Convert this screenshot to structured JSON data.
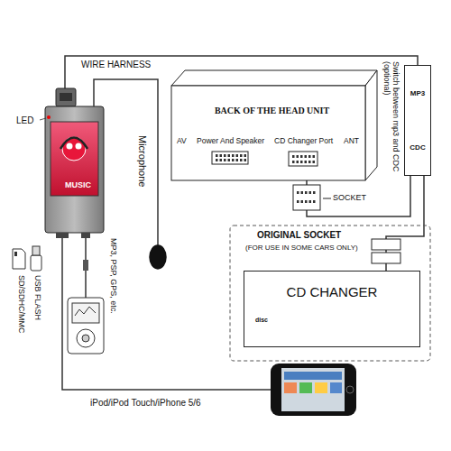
{
  "diagram": {
    "nodes": [
      {
        "text": [
          "MUSIC"
        ]
      },
      {
        "text": [
          "BACK OF THE HEAD UNIT"
        ]
      },
      {
        "text": [
          "MP3",
          "CDC"
        ]
      },
      {
        "text": [
          "CD CHANGER"
        ]
      }
    ],
    "edges": [
      {
        "from": 0,
        "to": 2,
        "arrow": "none"
      },
      {
        "from": 2,
        "to": 1,
        "arrow": "none"
      },
      {
        "from": 2,
        "to": 3,
        "arrow": "none"
      }
    ],
    "labels": [
      "WIRE HARNESS",
      "LED",
      "Microphone",
      "Switch between mp3 and CDC (optional)",
      "AV",
      "Power And Speaker",
      "CD Changer Port",
      "ANT",
      "SOCKET",
      "ORIGINAL SOCKET",
      "(FOR USE IN SOME CARS ONLY)",
      "disc",
      "MP3, PSP, GPS, etc.",
      "USB FLASH",
      "SD/SDHC/MMC",
      "iPod/iPod Touch/iPhone 5/6"
    ]
  }
}
